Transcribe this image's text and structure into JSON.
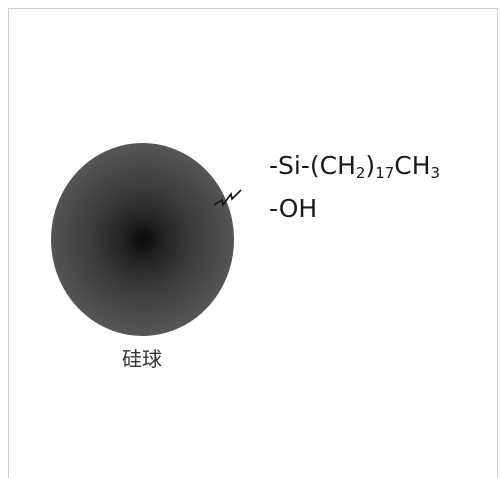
{
  "sphere": {
    "label": "硅球",
    "gradient_center": "#0a0a0a",
    "gradient_edge": "#636363"
  },
  "groups": {
    "line1": {
      "prefix": "-Si-(CH",
      "sub1": "2",
      "mid": ")",
      "sub2": "17",
      "mid2": "CH",
      "sub3": "3"
    },
    "line2": {
      "text": "-OH"
    }
  }
}
